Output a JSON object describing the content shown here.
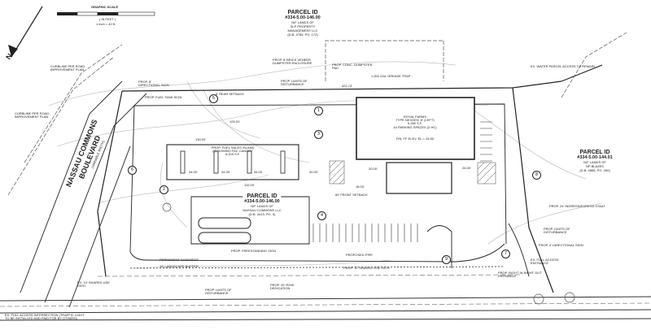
{
  "scale": {
    "title": "GRAPHIC SCALE",
    "unit_line1": "( IN FEET )",
    "unit_line2": "1 inch = 40 ft."
  },
  "north_label": "N",
  "road": {
    "name_line1": "NASSAU COMMONS",
    "name_line2": "BOULEVARD",
    "sub": "(VARIABLE WIDTH)"
  },
  "parcels": [
    {
      "title": "PARCEL ID",
      "number": "#334-5.00-146.00",
      "owner_l1": "N/F LANDS OF",
      "owner_l2": "SLP PROPERTY",
      "owner_l3": "MANAGEMENT LLC",
      "deed": "(D.B. 4785, PG. 172)"
    },
    {
      "title": "PARCEL ID",
      "number": "#334-5.00-146.00",
      "owner_l1": "N/F LANDS OF",
      "owner_l2": "NASSAU COMMONS LLC",
      "deed": "(D.B. 3413, PG. 5)"
    },
    {
      "title": "PARCEL ID",
      "number": "#334-5.00-144.01",
      "owner_l1": "N/F LANDS OF",
      "owner_l2": "NP BLAZES",
      "deed": "(D.B. 4866, PG. 260)"
    }
  ],
  "building": {
    "line1": "ROYAL FARMS",
    "line2": "TYPE NEXGEN 'A' (LEFT)",
    "line3": "5,280 S.F.",
    "line4": "44 PARKING SPACES (2 HC)",
    "line5": "FIN. FF ELEV. EL.= 25.50"
  },
  "canopy": {
    "line1": "PROP. FUEL SALES ISLAND",
    "line2": "(7) DOMINO FAC CANOPY",
    "line3": "6,204 S.F."
  },
  "labels": {
    "curbline_left": "CURBLINE PER ROAD IMPROVEMENT PLAN",
    "curbline_top": "CURBLINE PER ROAD IMPROVEMENT PLAN",
    "dumpster": "PROP. 8' BRICK VENEER DUMPSTER ENCLOSURE",
    "conc_pad": "PROP. CONC. DUMPSTER PAD",
    "grease": "1,000 GAL GREASE TRAP",
    "lod_top": "PROP. LIMITS OF DISTURBANCE",
    "ex_water": "EX. WATER PARCEL ACCESS TO REMAIN",
    "rear_setback": "5' REAR SETBACK",
    "sign_dir": "PROP. 8' DIRECTIONAL SIGN",
    "fuel_sign": "PROP. FUEL TANK SIGN",
    "front_setback": "60' FRONT SETBACK",
    "ingress": "PROP. 24' INGRESS/EGRESS STAAT",
    "lod_right": "PROP. LIMITS OF DISTURBANCE",
    "dir_sign_right": "PROP. 4' DIRECTIONAL SIGN",
    "full_access": "EX. FULL ACCESS ENTRANCE",
    "right_in": "PROP. RIGHT IN RIGHT OUT ENTRANCE",
    "monument": "PROP. FREESTANDING SIGN",
    "prop_pipe": "PROPOSED PIPE",
    "shared_use": "PROP. 10' SHARED USE PATH",
    "row": "PROP. 20' ROW DEDICATION",
    "lod_bottom": "PROP. LIMITS OF DISTURBANCE",
    "shared_path_left": "EX. 10' SHARED USE PATH",
    "ex_full_access_bottom": "EX. FULL ACCESS INTERSECTION (TRAFFIC LIGHT TO BE INSTALLED AND PAID FOR BY OTHERS)",
    "permanent": "PERMANENT EASEMENT",
    "buffer": "15' LANDSCAPE BUFFER"
  },
  "dims": {
    "d1": "34.00'",
    "d2": "34.00'",
    "d3": "34.00'",
    "d4": "130.00'",
    "d5": "125.31'",
    "d6": "110.00'",
    "d7": "422.74'",
    "d8": "30.00'",
    "d9": "24.00'",
    "d10": "18.00'",
    "d11": "20.00'"
  },
  "callouts": [
    "5",
    "1",
    "6",
    "2",
    "3",
    "4",
    "9",
    "7",
    "8"
  ]
}
